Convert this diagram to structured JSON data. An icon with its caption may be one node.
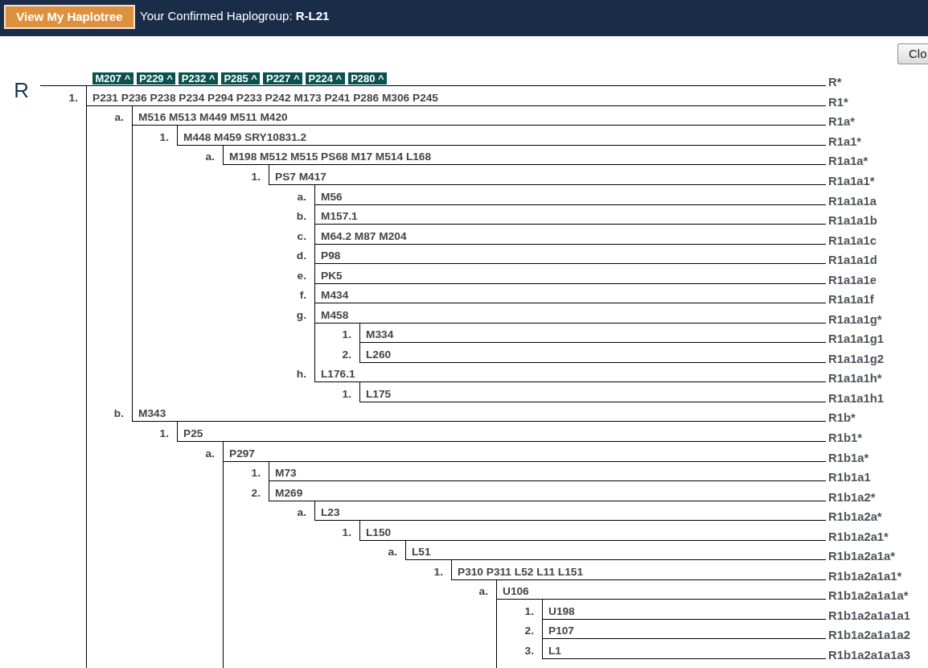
{
  "diagram": {
    "nodes": [
      {
        "text": [
          "M207 ^",
          "P229 ^",
          "P232 ^",
          "P285 ^",
          "P227 ^",
          "P224 ^",
          "P280 ^"
        ],
        "beside": [
          "R",
          "R*"
        ]
      },
      {
        "text": [
          "P231 P236 P238 P234 P294 P233 P242 M173 P241 P286 M306 P245"
        ],
        "beside": [
          "1.",
          "R1*"
        ]
      },
      {
        "text": [
          "M516 M513 M449 M511 M420"
        ],
        "beside": [
          "a.",
          "R1a*"
        ]
      },
      {
        "text": [
          "M448 M459 SRY10831.2"
        ],
        "beside": [
          "1.",
          "R1a1*"
        ]
      },
      {
        "text": [
          "M198 M512 M515 PS68 M17 M514 L168"
        ],
        "beside": [
          "a.",
          "R1a1a*"
        ]
      },
      {
        "text": [
          "PS7 M417"
        ],
        "beside": [
          "1.",
          "R1a1a1*"
        ]
      },
      {
        "text": [
          "M56"
        ],
        "beside": [
          "a.",
          "R1a1a1a"
        ]
      },
      {
        "text": [
          "M157.1"
        ],
        "beside": [
          "b.",
          "R1a1a1b"
        ]
      },
      {
        "text": [
          "M64.2 M87 M204"
        ],
        "beside": [
          "c.",
          "R1a1a1c"
        ]
      },
      {
        "text": [
          "P98"
        ],
        "beside": [
          "d.",
          "R1a1a1d"
        ]
      },
      {
        "text": [
          "PK5"
        ],
        "beside": [
          "e.",
          "R1a1a1e"
        ]
      },
      {
        "text": [
          "M434"
        ],
        "beside": [
          "f.",
          "R1a1a1f"
        ]
      },
      {
        "text": [
          "M458"
        ],
        "beside": [
          "g.",
          "R1a1a1g*"
        ]
      },
      {
        "text": [
          "M334"
        ],
        "beside": [
          "1.",
          "R1a1a1g1"
        ]
      },
      {
        "text": [
          "L260"
        ],
        "beside": [
          "2.",
          "R1a1a1g2"
        ]
      },
      {
        "text": [
          "L176.1"
        ],
        "beside": [
          "h.",
          "R1a1a1h*"
        ]
      },
      {
        "text": [
          "L175"
        ],
        "beside": [
          "1.",
          "R1a1a1h1"
        ]
      },
      {
        "text": [
          "M343"
        ],
        "beside": [
          "b.",
          "R1b*"
        ]
      },
      {
        "text": [
          "P25"
        ],
        "beside": [
          "1.",
          "R1b1*"
        ]
      },
      {
        "text": [
          "P297"
        ],
        "beside": [
          "a.",
          "R1b1a*"
        ]
      },
      {
        "text": [
          "M73"
        ],
        "beside": [
          "1.",
          "R1b1a1"
        ]
      },
      {
        "text": [
          "M269"
        ],
        "beside": [
          "2.",
          "R1b1a2*"
        ]
      },
      {
        "text": [
          "L23"
        ],
        "beside": [
          "a.",
          "R1b1a2a*"
        ]
      },
      {
        "text": [
          "L150"
        ],
        "beside": [
          "1.",
          "R1b1a2a1*"
        ]
      },
      {
        "text": [
          "L51"
        ],
        "beside": [
          "a.",
          "R1b1a2a1a*"
        ]
      },
      {
        "text": [
          "P310 P311 L52 L11 L151"
        ],
        "beside": [
          "1.",
          "R1b1a2a1a1*"
        ]
      },
      {
        "text": [
          "U106"
        ],
        "beside": [
          "a.",
          "R1b1a2a1a1a*"
        ]
      },
      {
        "text": [
          "U198"
        ],
        "beside": [
          "1.",
          "R1b1a2a1a1a1"
        ]
      },
      {
        "text": [
          "P107"
        ],
        "beside": [
          "2.",
          "R1b1a2a1a1a2"
        ]
      },
      {
        "text": [
          "L1"
        ],
        "beside": [
          "3.",
          "R1b1a2a1a1a3"
        ]
      }
    ],
    "edges": [
      {
        "from": 0,
        "to": 1,
        "arrow": "none"
      },
      {
        "from": 1,
        "to": 2,
        "arrow": "none"
      },
      {
        "from": 2,
        "to": 3,
        "arrow": "none"
      },
      {
        "from": 3,
        "to": 4,
        "arrow": "none"
      },
      {
        "from": 4,
        "to": 5,
        "arrow": "none"
      },
      {
        "from": 5,
        "to": 6,
        "arrow": "none"
      },
      {
        "from": 5,
        "to": 7,
        "arrow": "none"
      },
      {
        "from": 5,
        "to": 8,
        "arrow": "none"
      },
      {
        "from": 5,
        "to": 9,
        "arrow": "none"
      },
      {
        "from": 5,
        "to": 10,
        "arrow": "none"
      },
      {
        "from": 5,
        "to": 11,
        "arrow": "none"
      },
      {
        "from": 5,
        "to": 12,
        "arrow": "none"
      },
      {
        "from": 12,
        "to": 13,
        "arrow": "none"
      },
      {
        "from": 12,
        "to": 14,
        "arrow": "none"
      },
      {
        "from": 5,
        "to": 15,
        "arrow": "none"
      },
      {
        "from": 15,
        "to": 16,
        "arrow": "none"
      },
      {
        "from": 1,
        "to": 17,
        "arrow": "none"
      },
      {
        "from": 17,
        "to": 18,
        "arrow": "none"
      },
      {
        "from": 18,
        "to": 19,
        "arrow": "none"
      },
      {
        "from": 19,
        "to": 20,
        "arrow": "none"
      },
      {
        "from": 19,
        "to": 21,
        "arrow": "none"
      },
      {
        "from": 21,
        "to": 22,
        "arrow": "none"
      },
      {
        "from": 22,
        "to": 23,
        "arrow": "none"
      },
      {
        "from": 23,
        "to": 24,
        "arrow": "none"
      },
      {
        "from": 24,
        "to": 25,
        "arrow": "none"
      },
      {
        "from": 25,
        "to": 26,
        "arrow": "none"
      },
      {
        "from": 26,
        "to": 27,
        "arrow": "none"
      },
      {
        "from": 26,
        "to": 28,
        "arrow": "none"
      },
      {
        "from": 26,
        "to": 29,
        "arrow": "none"
      },
      {
        "from": 0,
        "to": null,
        "arrow": "none"
      },
      {
        "from": 18,
        "to": null,
        "arrow": "none"
      },
      {
        "from": 25,
        "to": null,
        "arrow": "none"
      }
    ],
    "labels": [
      "View My Haplotree",
      "Your Confirmed Haplogroup: **R-L21**",
      "Clo"
    ]
  }
}
